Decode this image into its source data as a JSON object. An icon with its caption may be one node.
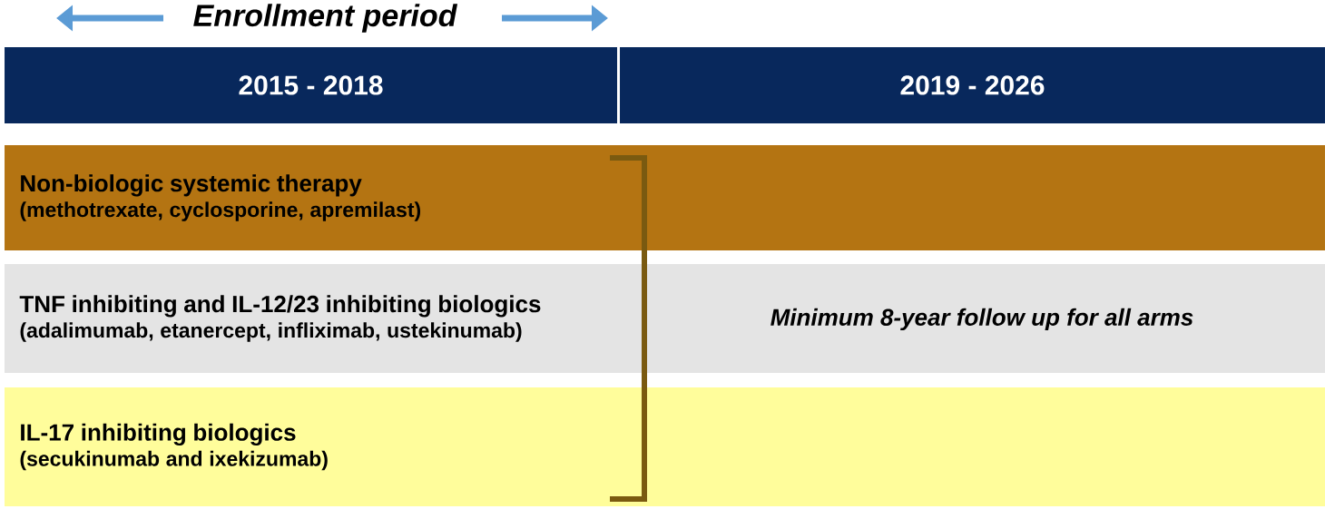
{
  "diagram": {
    "title": "Enrollment period",
    "nodes": [
      {
        "text": [
          "2015 - 2018"
        ]
      },
      {
        "text": [
          "2019 - 2026"
        ]
      },
      {
        "text": [
          "Non-biologic systemic therapy",
          "(methotrexate, cyclosporine, apremilast)"
        ]
      },
      {
        "text": [
          "TNF inhibiting and IL-12/23 inhibiting biologics",
          "(adalimumab, etanercept, infliximab, ustekinumab)"
        ]
      },
      {
        "text": [
          "IL-17 inhibiting biologics",
          "(secukinumab and ixekizumab)"
        ]
      }
    ],
    "labels": [
      "Minimum 8-year follow up for all arms"
    ]
  }
}
